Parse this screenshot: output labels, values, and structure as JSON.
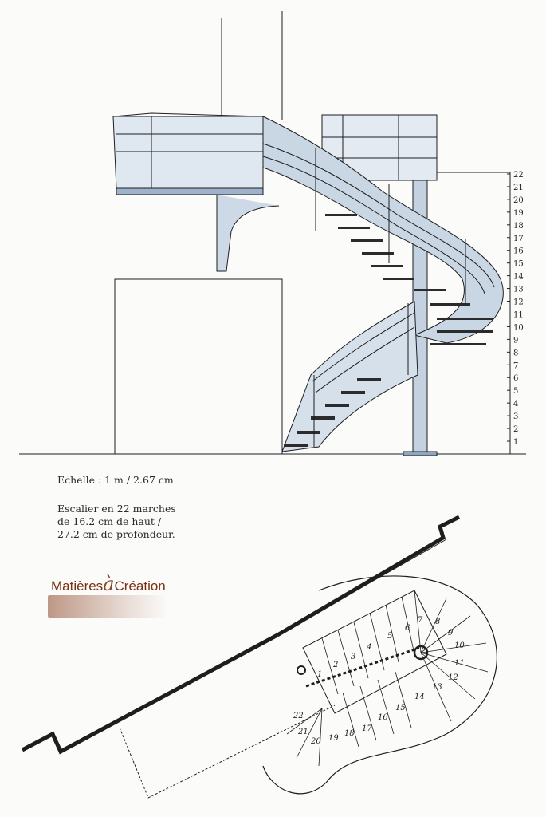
{
  "notes": {
    "scale": "Echelle : 1 m / 2.67 cm",
    "stair_line1": "Escalier en 22 marches",
    "stair_line2": "de 16.2 cm de haut /",
    "stair_line3": "27.2 cm de profondeur."
  },
  "logo": {
    "part1": "Matières",
    "mid": "à",
    "part2": "Création"
  },
  "elevation_steps": [
    "1",
    "2",
    "3",
    "4",
    "5",
    "6",
    "7",
    "8",
    "9",
    "10",
    "11",
    "12",
    "13",
    "14",
    "15",
    "16",
    "17",
    "18",
    "19",
    "20",
    "21",
    "22"
  ],
  "plan_labels": [
    "1",
    "2",
    "3",
    "4",
    "5",
    "6",
    "7",
    "8",
    "9",
    "10",
    "11",
    "12",
    "13",
    "14",
    "15",
    "16",
    "17",
    "18",
    "19",
    "20",
    "21",
    "22"
  ],
  "colors": {
    "ink": "#1e1e1e",
    "wash": "#b7c8dc",
    "wash_dark": "#8fa6c0"
  }
}
